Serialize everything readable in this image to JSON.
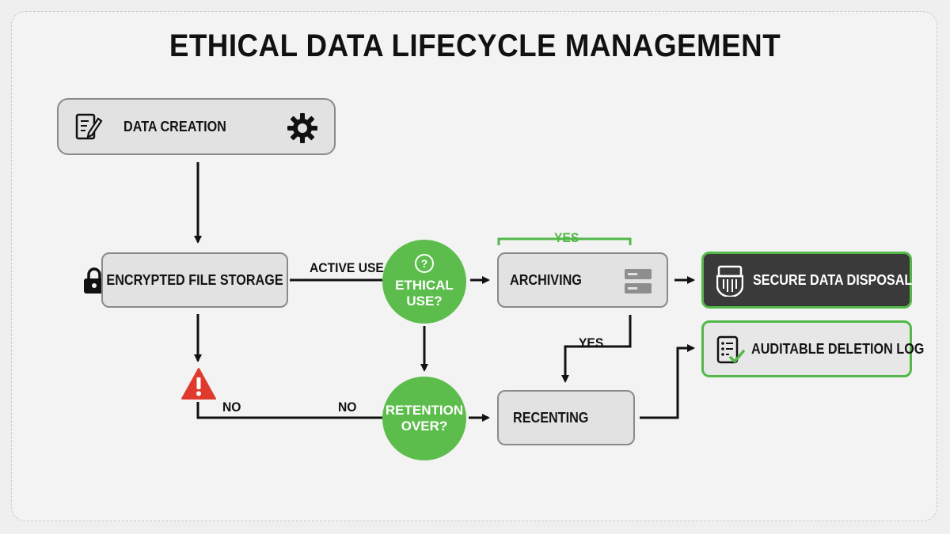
{
  "title": "ETHICAL DATA LIFECYCLE MANAGEMENT",
  "nodes": {
    "data_creation": "DATA CREATION",
    "encrypted_storage": "ENCRYPTED FILE STORAGE",
    "archiving": "ARCHIVING",
    "secure_disposal": "SECURE DATA DISPOSAL",
    "deletion_log": "AUDITABLE DELETION LOG",
    "recenting": "RECENTING"
  },
  "decisions": {
    "ethical_use": [
      "ETHICAL",
      "USE?"
    ],
    "retention_over": [
      "RETENTION",
      "OVER?"
    ],
    "question_mark": "?"
  },
  "edge_labels": {
    "active_use": "ACTIVE USE",
    "yes_top": "YES",
    "yes_mid": "YES",
    "no_left": "NO",
    "no_right": "NO"
  },
  "colors": {
    "accent_green": "#5cbd4c",
    "warning_red": "#e03a2f",
    "dark_node": "#3a3a3a"
  },
  "icons": {
    "data_creation_left": "form-edit-icon",
    "data_creation_right": "gear-icon",
    "storage": "lock-icon",
    "warning": "warning-icon",
    "archiving": "server-icon",
    "disposal": "shredder-icon",
    "deletion_log": "checklist-icon",
    "decision": "question-icon"
  }
}
